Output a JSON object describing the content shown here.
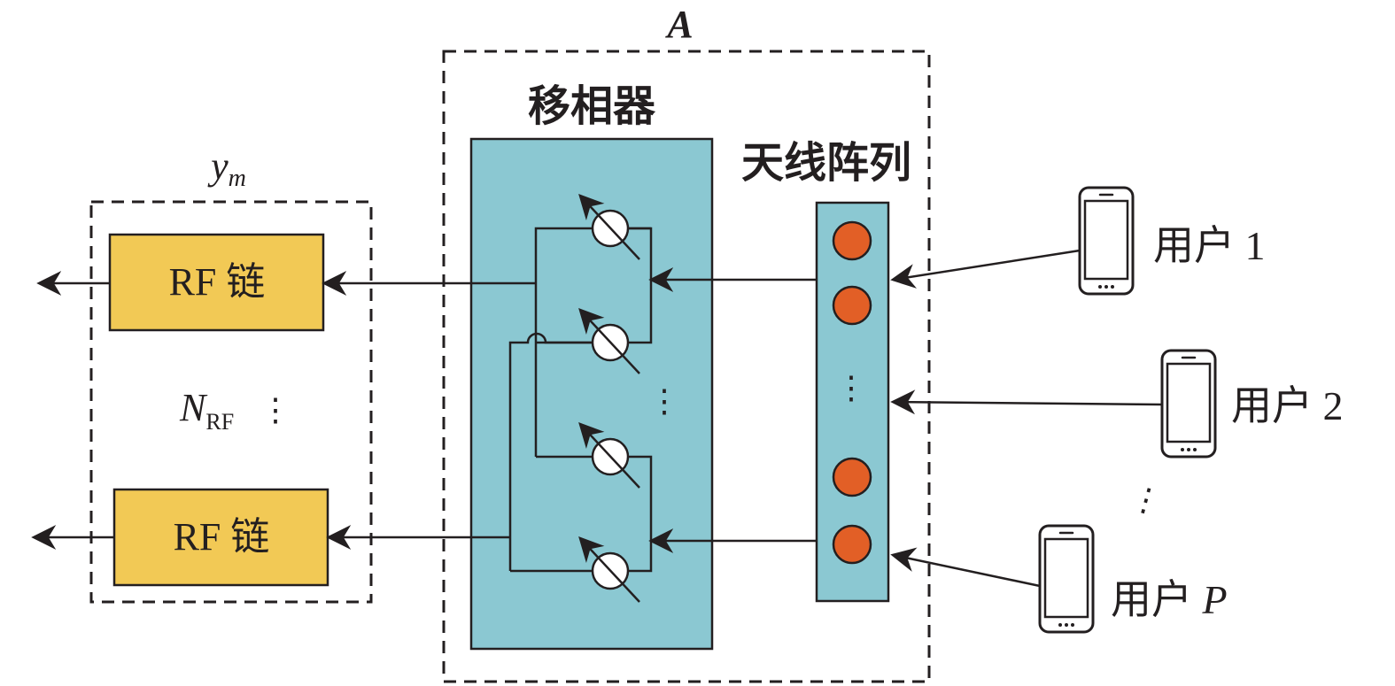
{
  "labels": {
    "matrix_a": "A",
    "phase_shifter": "移相器",
    "antenna_array": "天线阵列",
    "y_var": "y",
    "y_sub": "m",
    "n_var": "N",
    "n_sub": "RF",
    "rf_chain_top": "RF 链",
    "rf_chain_bottom": "RF 链",
    "vdots": "⋮"
  },
  "users": [
    {
      "prefix": "用户 ",
      "id": "1",
      "id_italic": false
    },
    {
      "prefix": "用户 ",
      "id": "2",
      "id_italic": false
    },
    {
      "prefix": "用户 ",
      "id": "P",
      "id_italic": true
    }
  ],
  "colors": {
    "rf_chain": "#f2c955",
    "phase_shifter_panel": "#8bc8d2",
    "antenna_element": "#e25f26",
    "stroke": "#231f20"
  }
}
